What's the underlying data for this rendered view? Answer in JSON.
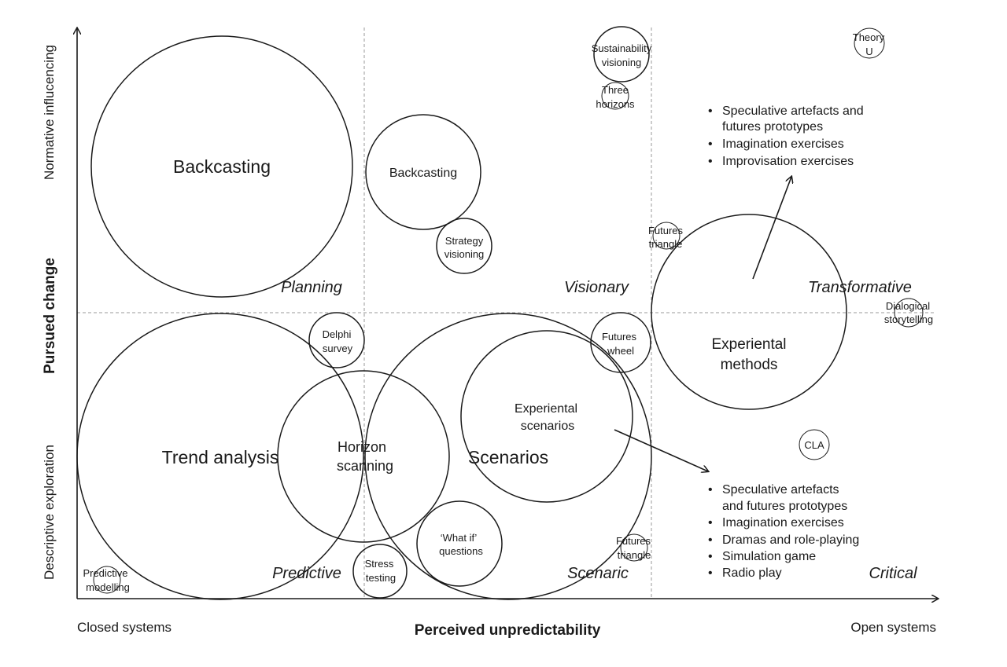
{
  "axes": {
    "y_title": "Pursued change",
    "y_top": "Normative influcencing",
    "y_bottom": "Descriptive exploration",
    "x_title": "Perceived unpredictability",
    "x_left": "Closed systems",
    "x_right": "Open systems"
  },
  "quadrants": {
    "planning": "Planning",
    "visionary": "Visionary",
    "transformative": "Transformative",
    "predictive": "Predictive",
    "scenaric": "Scenaric",
    "critical": "Critical"
  },
  "methods": {
    "backcasting_large": "Backcasting",
    "backcasting_small": "Backcasting",
    "strategy_visioning": [
      "Strategy",
      "visioning"
    ],
    "sustainability_visioning": [
      "Sustainability",
      "visioning"
    ],
    "three_horizons": [
      "Three",
      "horizons"
    ],
    "theory_u": [
      "Theory",
      "U"
    ],
    "futures_triangle_top": [
      "Futures",
      "triangle"
    ],
    "dialogical_storytelling": [
      "Dialogical",
      "storytelling"
    ],
    "experiental_methods": [
      "Experiental",
      "methods"
    ],
    "futures_wheel": [
      "Futures",
      "wheel"
    ],
    "delphi_survey": [
      "Delphi",
      "survey"
    ],
    "trend_analysis": "Trend analysis",
    "horizon_scanning": [
      "Horizon",
      "scanning"
    ],
    "scenarios": "Scenarios",
    "experiental_scenarios": [
      "Experiental",
      "scenarios"
    ],
    "what_if": [
      "‘What if’",
      "questions"
    ],
    "stress_testing": [
      "Stress",
      "testing"
    ],
    "predictive_modelling": [
      "Predictive",
      "modelling"
    ],
    "futures_triangle_bottom": [
      "Futures",
      "triangle"
    ],
    "cla": "CLA"
  },
  "bullets_top": [
    [
      "Speculative artefacts and",
      "futures prototypes"
    ],
    [
      "Imagination exercises"
    ],
    [
      "Improvisation exercises"
    ]
  ],
  "bullets_bottom": [
    [
      "Speculative artefacts",
      "and futures prototypes"
    ],
    [
      "Imagination exercises"
    ],
    [
      "Dramas and role-playing"
    ],
    [
      "Simulation game"
    ],
    [
      "Radio play"
    ]
  ]
}
